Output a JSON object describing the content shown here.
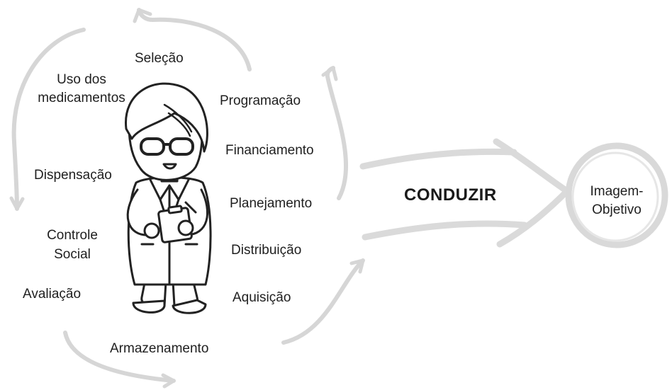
{
  "cycle": {
    "steps": {
      "selecao": "Seleção",
      "uso_line1": "Uso dos",
      "uso_line2": "medicamentos",
      "programacao": "Programação",
      "financiamento": "Financiamento",
      "dispensacao": "Dispensação",
      "planejamento": "Planejamento",
      "controle_line1": "Controle",
      "controle_line2": "Social",
      "distribuicao": "Distribuição",
      "avaliacao": "Avaliação",
      "aquisicao": "Aquisição",
      "armazenamento": "Armazenamento"
    }
  },
  "action": "CONDUZIR",
  "goal": {
    "line1": "Imagem-",
    "line2": "Objetivo"
  },
  "colors": {
    "arrow_stroke": "#d4d4d4",
    "text": "#1f1f1f",
    "figure_line": "#222222"
  },
  "icons": [
    "pharmacist-icon"
  ]
}
